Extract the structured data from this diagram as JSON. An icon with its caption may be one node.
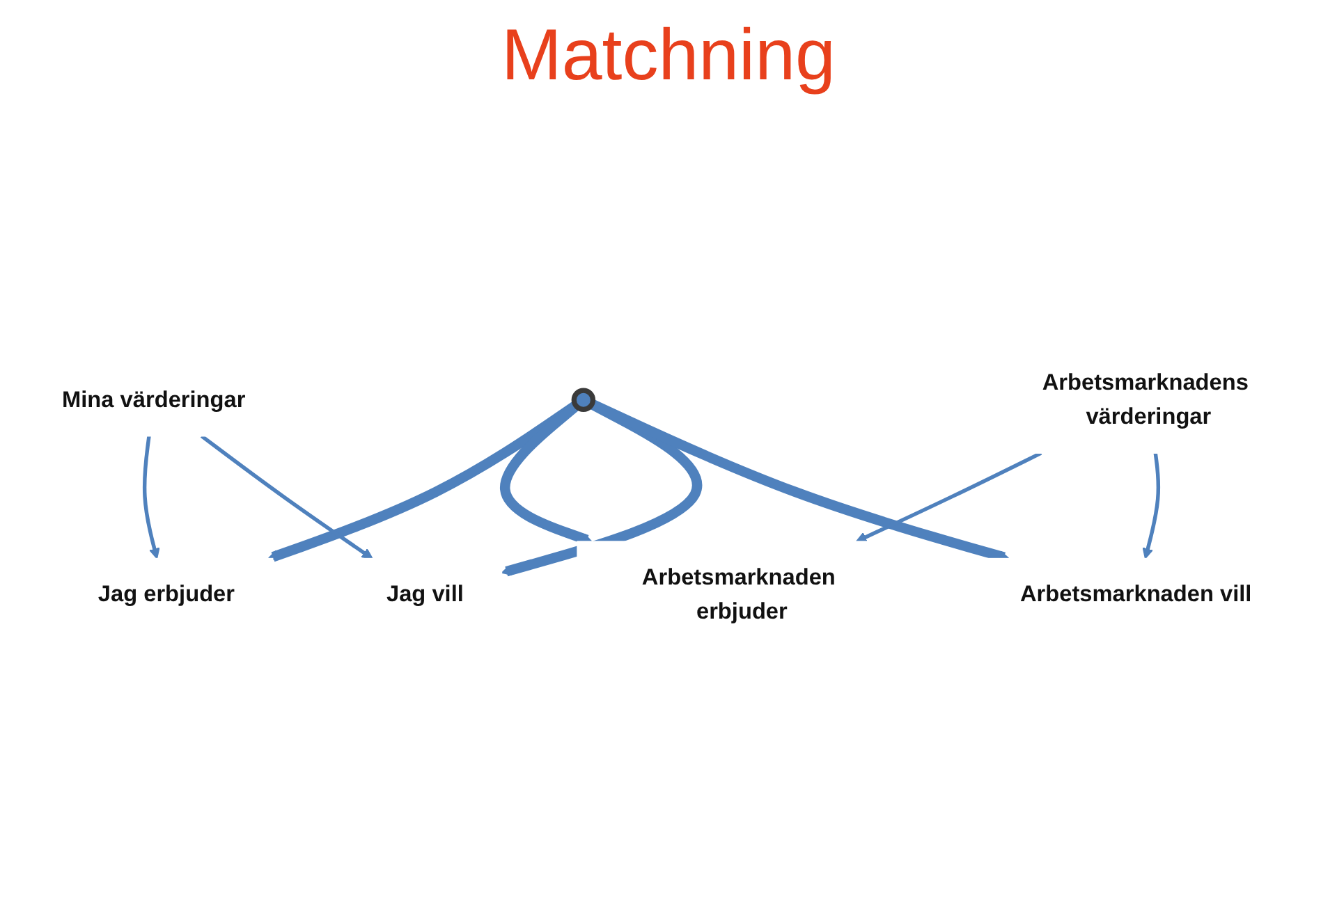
{
  "diagram": {
    "title": "Matchning",
    "nodes": [
      {
        "text": [
          "Jag erbjuder"
        ]
      },
      {
        "text": [
          "Arbetsmarknaden erbjuder"
        ]
      },
      {
        "text": [
          "Mina värderingar"
        ]
      },
      {
        "text": [],
        "shape": "ellipse"
      },
      {
        "text": [
          "Arbetsmarknadens värderingar"
        ]
      },
      {
        "text": [
          "Jag vill"
        ]
      },
      {
        "text": [
          "Arbetsmarknaden vill"
        ]
      }
    ],
    "edges": [
      {
        "from": 3,
        "to": 0,
        "arrow": "to",
        "style": "thick"
      },
      {
        "from": 3,
        "to": 1,
        "arrow": "to",
        "style": "thick"
      },
      {
        "from": 3,
        "to": 5,
        "arrow": "to",
        "style": "thick"
      },
      {
        "from": 3,
        "to": 6,
        "arrow": "to",
        "style": "thick"
      },
      {
        "from": 2,
        "to": 0,
        "arrow": "to"
      },
      {
        "from": 2,
        "to": 5,
        "arrow": "to"
      },
      {
        "from": 4,
        "to": 1,
        "arrow": "to"
      },
      {
        "from": 4,
        "to": 6,
        "arrow": "to"
      }
    ]
  }
}
